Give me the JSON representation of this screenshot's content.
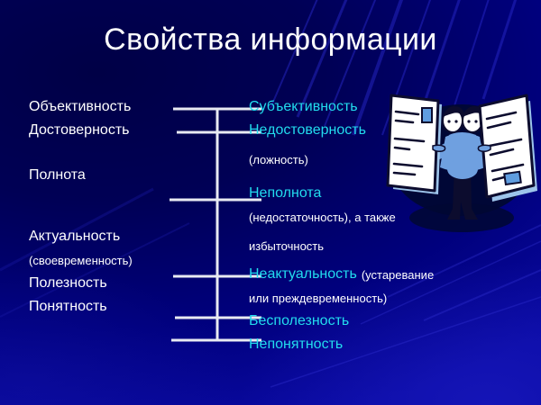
{
  "slide": {
    "title": "Свойства информации",
    "background_color": "#000055",
    "accent_color": "#22dcee",
    "text_color": "#ffffff"
  },
  "left_column": [
    {
      "text": "Объективность",
      "style": "main"
    },
    {
      "text": "Достоверность",
      "style": "main"
    },
    {
      "text": "Полнота",
      "style": "main"
    },
    {
      "text": "Актуальность",
      "style": "main"
    },
    {
      "text": "(своевременность)",
      "style": "sub"
    },
    {
      "text": "Полезность",
      "style": "main"
    },
    {
      "text": "Понятность",
      "style": "main"
    }
  ],
  "right_column": [
    {
      "text": "Субъективность",
      "style": "main",
      "color": "cyan"
    },
    {
      "text": "Недостоверность",
      "style": "main",
      "color": "cyan"
    },
    {
      "text": "(ложность)",
      "style": "sub",
      "color": "white"
    },
    {
      "text": "Неполнота",
      "style": "main",
      "color": "cyan"
    },
    {
      "text": "(недостаточность),  а также",
      "style": "sub",
      "color": "white"
    },
    {
      "text": "избыточность",
      "style": "sub",
      "color": "white"
    },
    {
      "text": "Неактуальность",
      "style": "main",
      "color": "cyan",
      "suffix": "(устаревание"
    },
    {
      "text": "или преждевременность)",
      "style": "sub",
      "color": "white"
    },
    {
      "text": "Бесполезность",
      "style": "main",
      "color": "cyan"
    },
    {
      "text": "Непонятность",
      "style": "main",
      "color": "cyan"
    }
  ],
  "illustration": {
    "name": "two-headed-person-holding-documents",
    "paper_color": "#ffffff",
    "figure_color": "#6699dd",
    "shadow_color": "#000033"
  },
  "connector": {
    "name": "vertical-bracket-with-six-branches",
    "line_color": "#e8eaf2",
    "branch_count": 6
  }
}
